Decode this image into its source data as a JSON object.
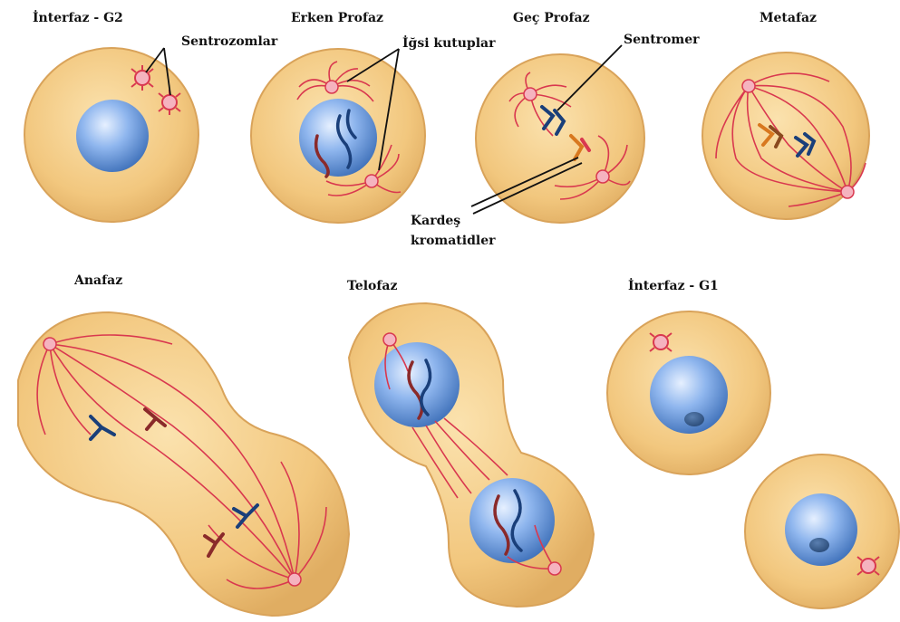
{
  "phases": {
    "interphase_g2": "İnterfaz - G2",
    "early_prophase": "Erken Profaz",
    "late_prophase": "Geç Profaz",
    "metaphase": "Metafaz",
    "anaphase": "Anafaz",
    "telophase": "Telofaz",
    "interphase_g1": "İnterfaz - G1"
  },
  "annotations": {
    "centrosomes": "Sentrozomlar",
    "spindle_poles": "İğsi kutuplar",
    "centromere": "Sentromer",
    "sister_chromatids_line1": "Kardeş",
    "sister_chromatids_line2": "kromatidler"
  },
  "colors": {
    "cytoplasm": "#f2c77e",
    "membrane": "#d9a35a",
    "nucleus": "#6f9ee0",
    "spindle": "#d9384f",
    "chromosome_blue": "#1a3f7a",
    "chromosome_red": "#8a2a2a",
    "chromosome_orange": "#d8781f"
  }
}
